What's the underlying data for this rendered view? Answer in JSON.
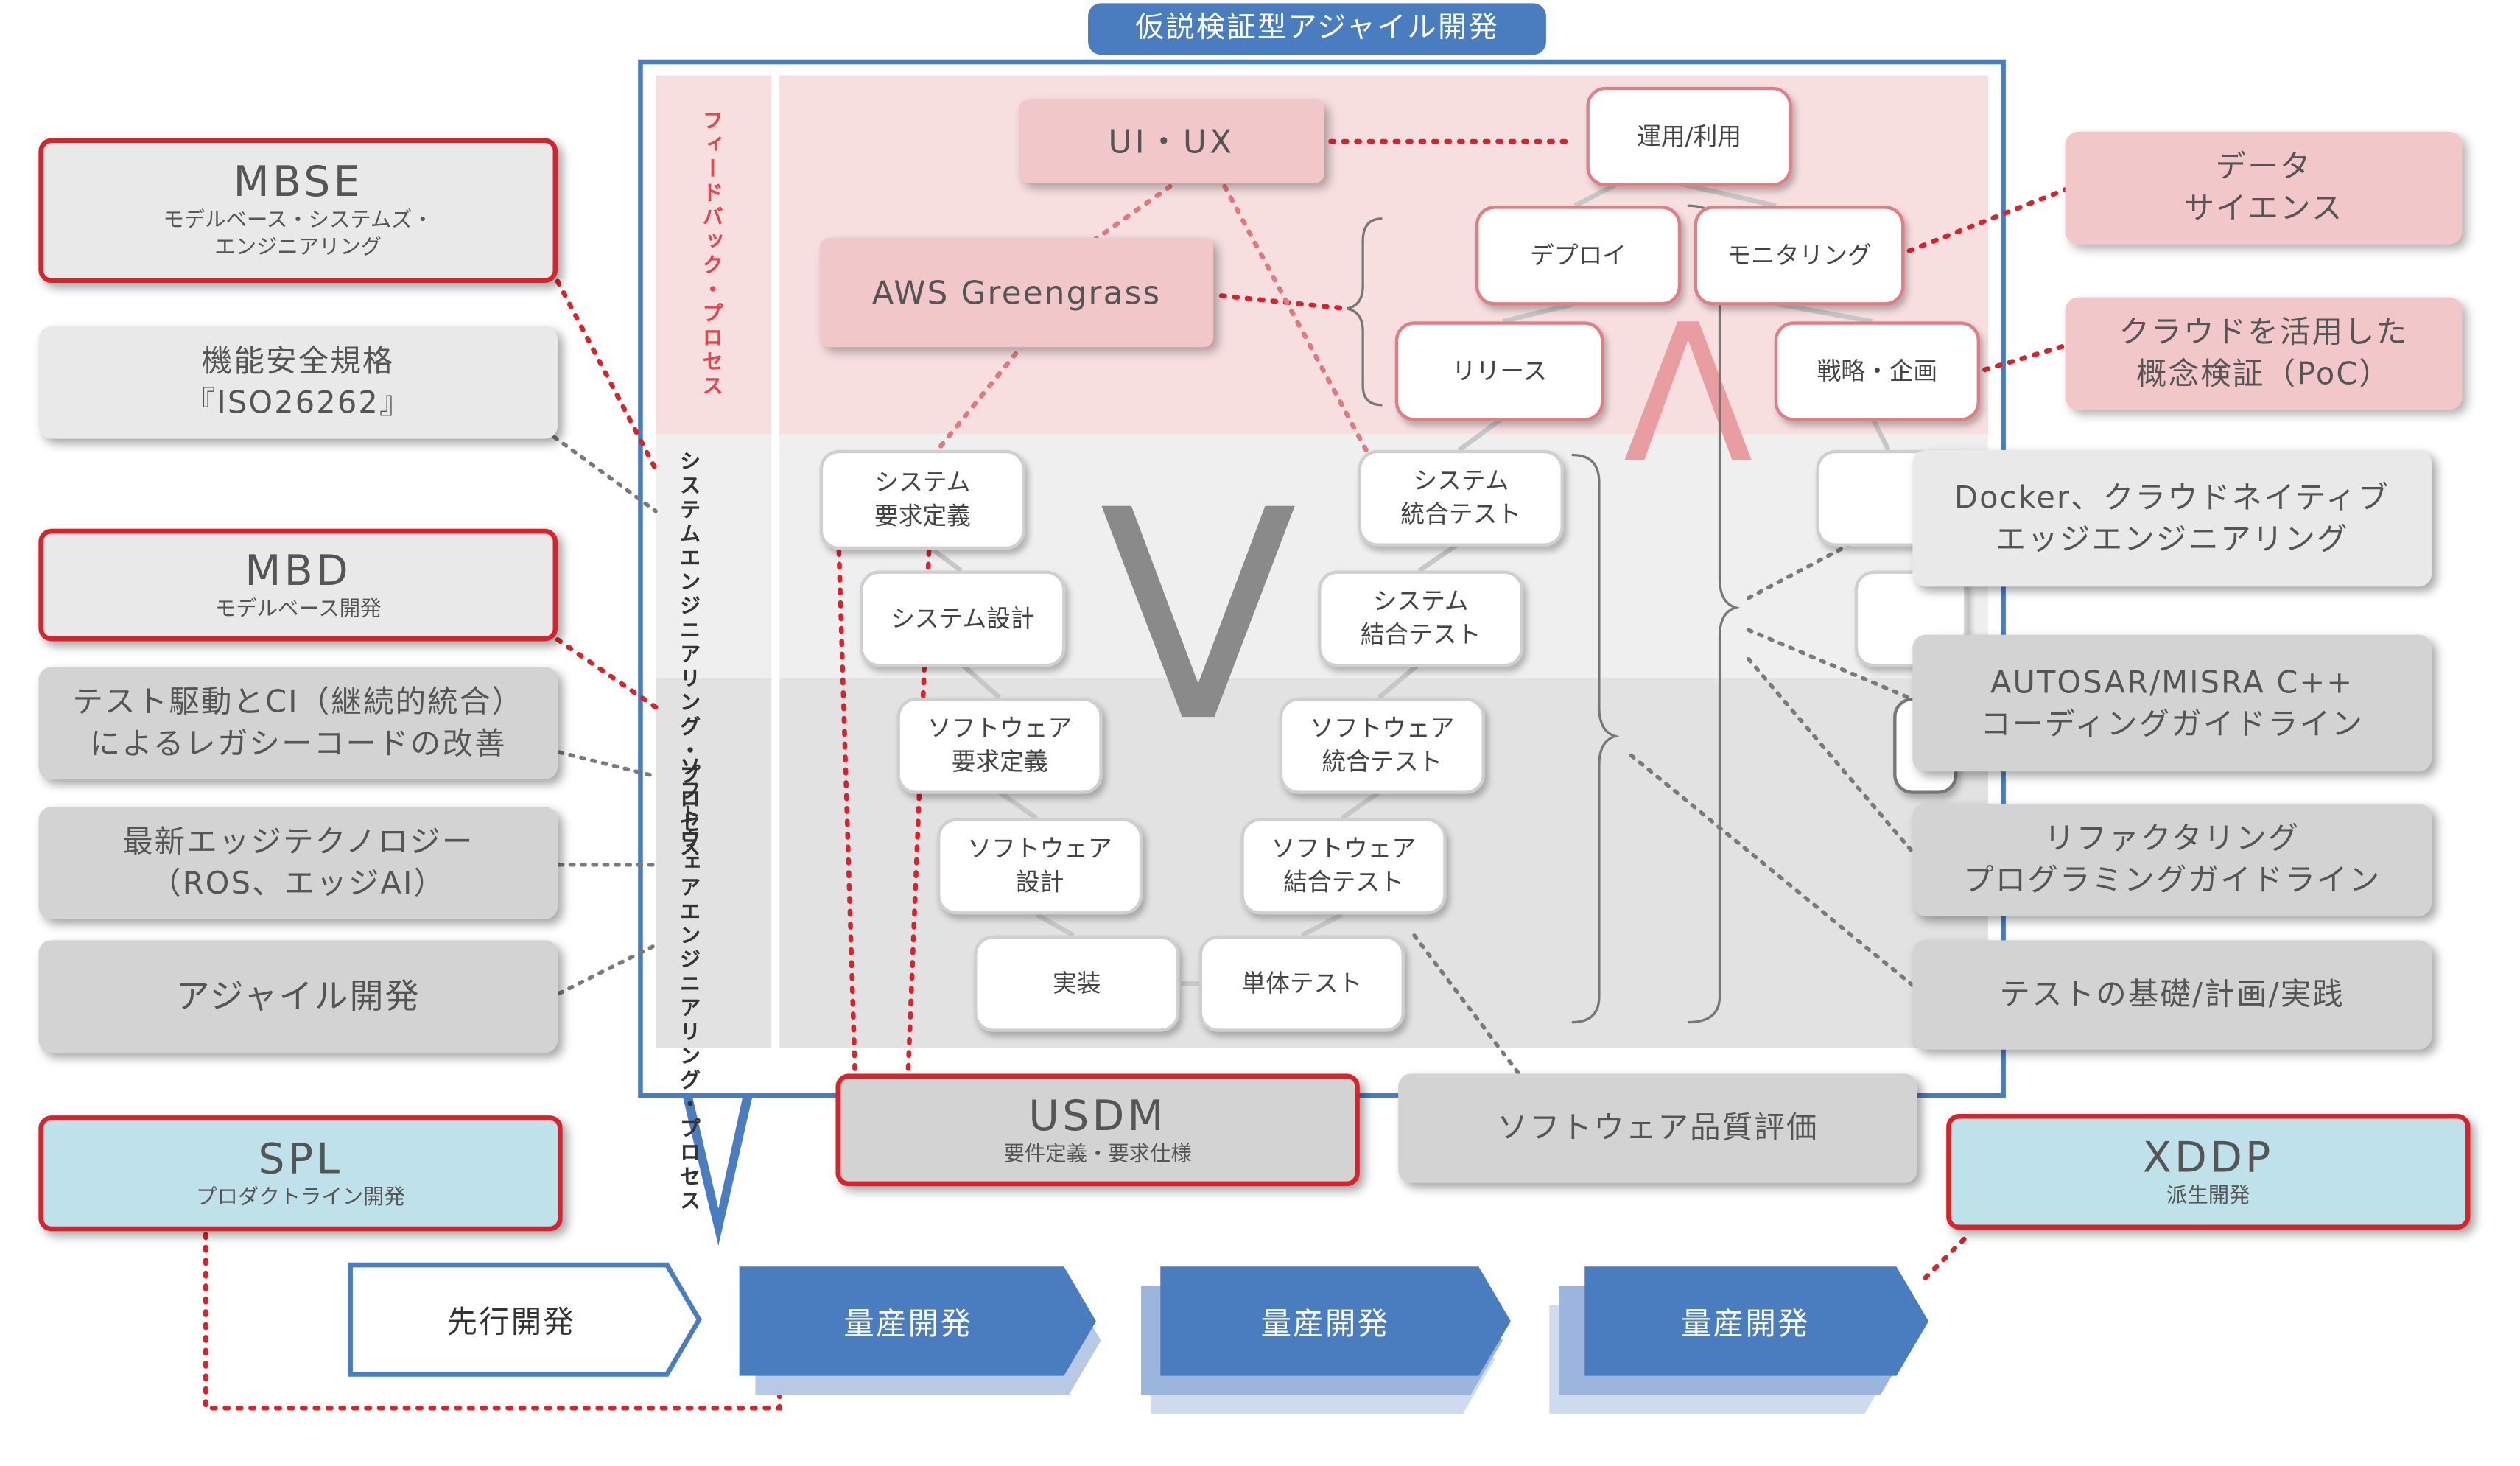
{
  "title": "仮説検証型アジャイル開発",
  "process_labels": {
    "feedback": "フィードバック・プロセス",
    "systems": "システムエンジニアリング・プロセス",
    "software": "ソフトウェアエンジニアリング・プロセス"
  },
  "v_letter": "V",
  "lambda_letter": "Λ",
  "v_nodes": {
    "sys_req": "システム\n要求定義",
    "sys_design": "システム設計",
    "sw_req": "ソフトウェア\n要求定義",
    "sw_design": "ソフトウェア\n設計",
    "impl": "実装",
    "unit_test": "単体テスト",
    "sw_integ": "ソフトウェア\n結合テスト",
    "sw_integ2": "ソフトウェア\n統合テスト",
    "sys_integ": "システム\n結合テスト",
    "sys_integ2": "システム\n統合テスト"
  },
  "lambda_nodes": {
    "ops": "運用/利用",
    "deploy": "デプロイ",
    "monitoring": "モニタリング",
    "release": "リリース",
    "strategy": "戦略・企画"
  },
  "left_boxes": {
    "mbse_title": "MBSE",
    "mbse_sub": "モデルベース・システムズ・\nエンジニアリング",
    "iso": "機能安全規格\n『ISO26262』",
    "mbd_title": "MBD",
    "mbd_sub": "モデルベース開発",
    "tdd": "テスト駆動とCI（継続的統合）\nによるレガシーコードの改善",
    "edge": "最新エッジテクノロジー\n（ROS、エッジAI）",
    "agile": "アジャイル開発",
    "spl_title": "SPL",
    "spl_sub": "プロダクトライン開発"
  },
  "center_boxes": {
    "uiux": "UI・UX",
    "greengrass": "AWS Greengrass",
    "usdm_title": "USDM",
    "usdm_sub": "要件定義・要求仕様",
    "quality": "ソフトウェア品質評価"
  },
  "right_boxes": {
    "data_science": "データ\nサイエンス",
    "poc": "クラウドを活用した\n概念検証（PoC）",
    "docker": "Docker、クラウドネイティブ\nエッジエンジニアリング",
    "autosar": "AUTOSAR/MISRA C++\nコーディングガイドライン",
    "refactor": "リファクタリング\nプログラミングガイドライン",
    "testing": "テストの基礎/計画/実践",
    "xddp_title": "XDDP",
    "xddp_sub": "派生開発"
  },
  "flow": {
    "advance": "先行開発",
    "mass1": "量産開発",
    "mass2": "量産開発",
    "mass3": "量産開発"
  },
  "colors": {
    "accent_blue": "#4a7cc0",
    "highlight_red": "#d8232a",
    "feedback_pink": "#f7dfe0",
    "systems_gray": "#efefef",
    "software_gray": "#e2e2e2"
  }
}
